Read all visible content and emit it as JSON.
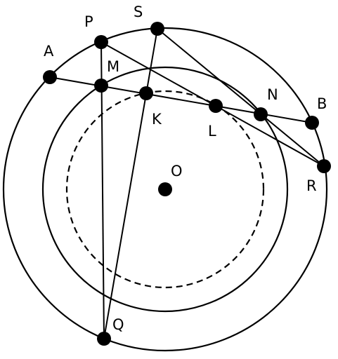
{
  "points": {
    "A": "A",
    "P": "P",
    "S": "S",
    "M": "M",
    "K": "K",
    "L": "L",
    "N": "N",
    "B": "B",
    "R": "R",
    "O": "O",
    "Q": "Q"
  },
  "style": {
    "stroke_color": "#000000",
    "background": "#ffffff"
  }
}
